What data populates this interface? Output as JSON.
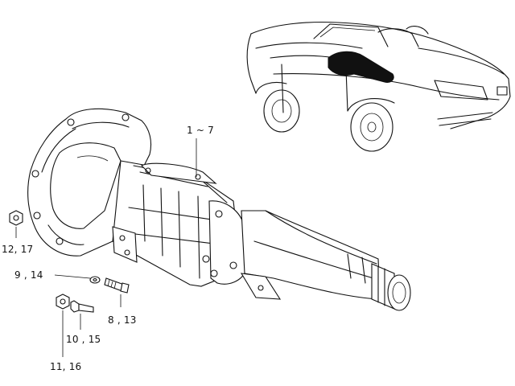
{
  "labels": {
    "range_1_7": "1 ~ 7",
    "l_12_17": "12, 17",
    "l_9_14": "9 , 14",
    "l_8_13": "8 , 13",
    "l_10_15": "10 , 15",
    "l_11_16": "11, 16"
  },
  "colors": {
    "ink": "#111111",
    "paper": "#ffffff"
  },
  "icons": {
    "car": "roadster-location-icon",
    "transmission": "transmission-assembly-icon"
  }
}
